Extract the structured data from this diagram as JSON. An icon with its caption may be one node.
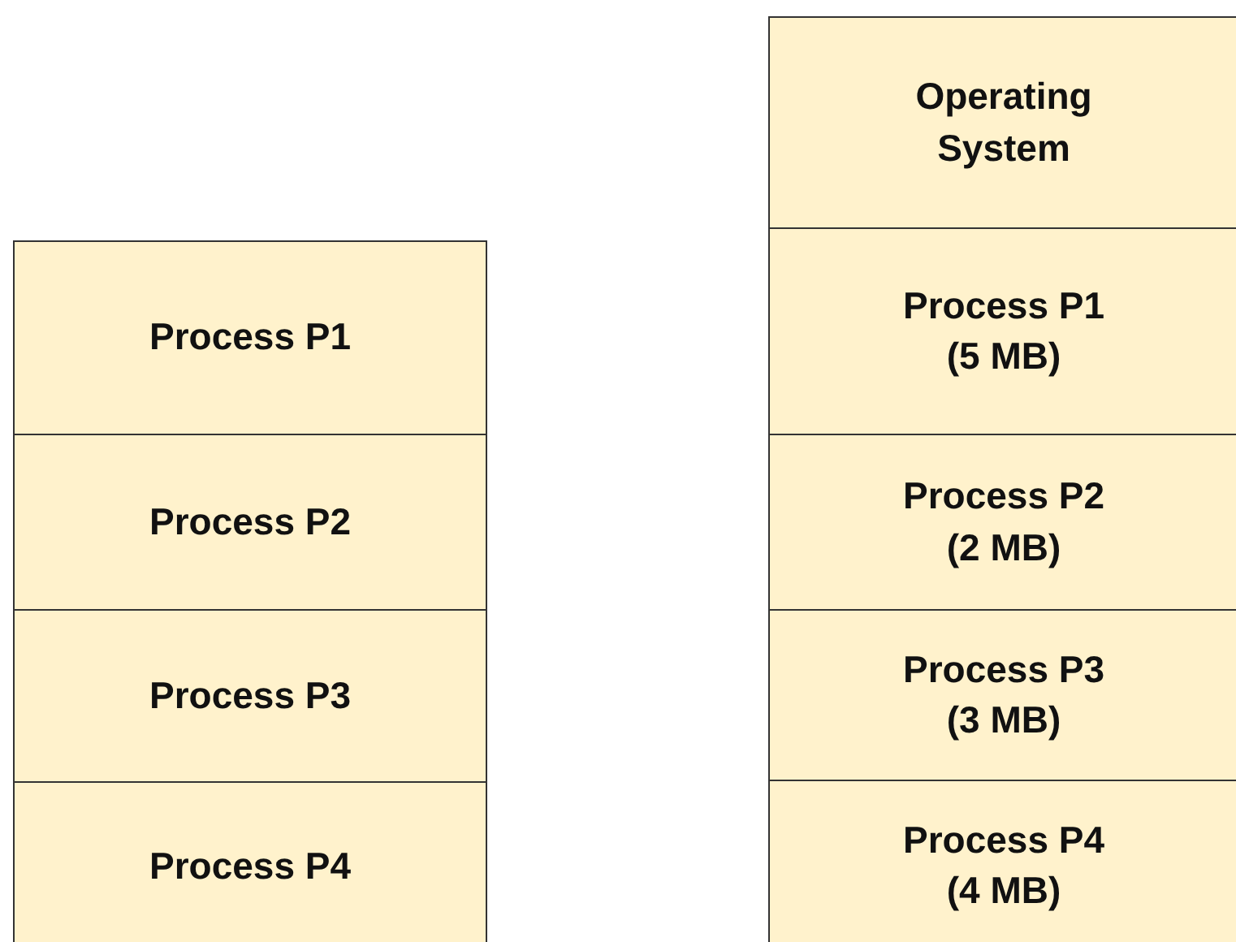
{
  "diagram": {
    "nodes": [
      {
        "text": [
          "Process P1"
        ]
      },
      {
        "text": [
          "Process P2"
        ]
      },
      {
        "text": [
          "Process P3"
        ]
      },
      {
        "text": [
          "Process P4"
        ]
      },
      {
        "text": [
          "Operating System"
        ]
      },
      {
        "text": [
          "Process P1 (5 MB)"
        ]
      },
      {
        "text": [
          "Process P2 (2 MB)"
        ]
      },
      {
        "text": [
          "Process P3 (3 MB)"
        ]
      },
      {
        "text": [
          "Process P4 (4 MB)"
        ]
      }
    ]
  }
}
